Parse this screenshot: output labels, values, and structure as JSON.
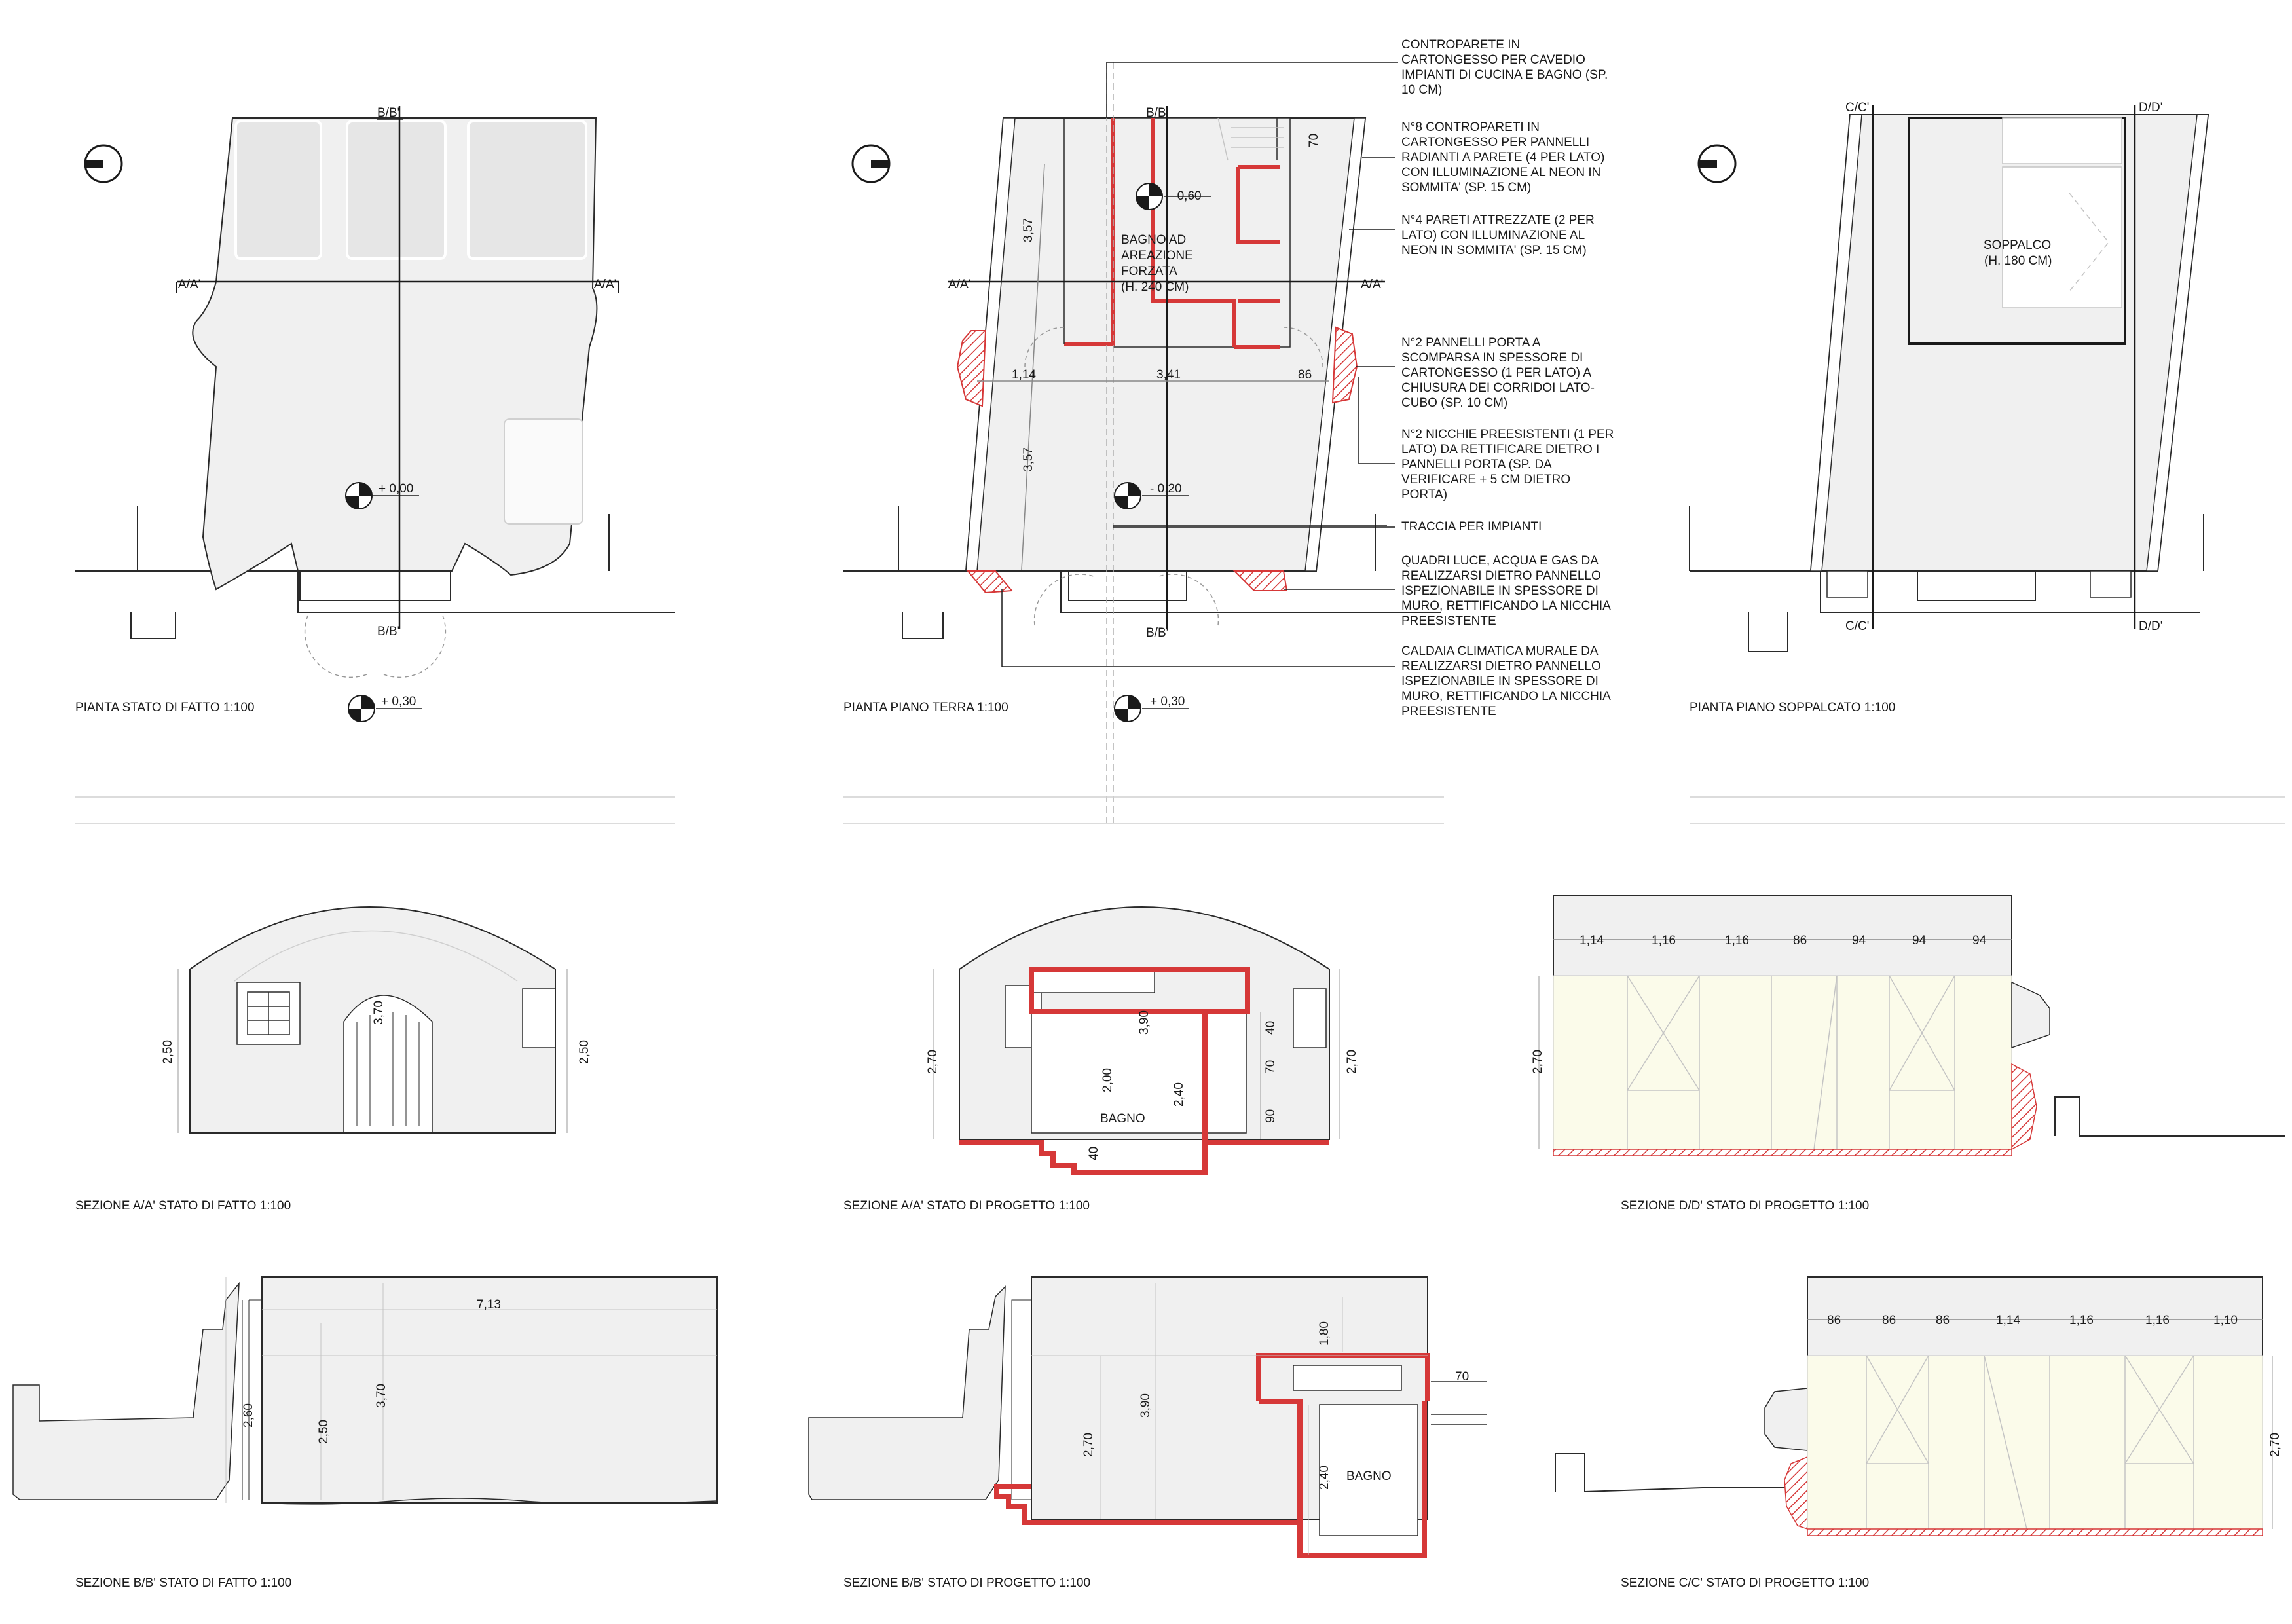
{
  "colors": {
    "wall_fill": "#f0f0f0",
    "line": "#2a2a2a",
    "hatch": "#d63838",
    "pale_panel": "#fbfbea",
    "light_line": "#bdbdbd"
  },
  "icons": {
    "north": "north-arrow-icon",
    "level": "level-marker-icon"
  },
  "plans": {
    "fatto": {
      "caption": "PIANTA STATO DI FATTO 1:100",
      "cut_bb": "B/B'",
      "cut_aa": "A/A'",
      "level_in": "+ 0,00",
      "level_out": "+ 0,30"
    },
    "terra": {
      "caption": "PIANTA PIANO TERRA 1:100",
      "cut_bb": "B/B'",
      "cut_aa": "A/A'",
      "level_bath": "- 0,60",
      "level_in": "- 0,20",
      "level_out": "+ 0,30",
      "room_label": [
        "BAGNO AD",
        "AREAZIONE",
        "FORZATA",
        "(H. 240 CM)"
      ],
      "dims": [
        "3,57",
        "3,57",
        "1,14",
        "3,41",
        "86",
        "70"
      ]
    },
    "soppalcato": {
      "caption": "PIANTA PIANO SOPPALCATO 1:100",
      "cut_cc": "C/C'",
      "cut_dd": "D/D'",
      "room_label": [
        "SOPPALCO",
        "(H. 180 CM)"
      ]
    }
  },
  "notes": [
    {
      "lines": [
        "CONTROPARETE IN",
        "CARTONGESSO PER CAVEDIO",
        "IMPIANTI DI CUCINA E BAGNO (SP.",
        "10 CM)"
      ]
    },
    {
      "lines": [
        "N°8 CONTROPARETI IN",
        "CARTONGESSO PER PANNELLI",
        "RADIANTI A PARETE (4 PER LATO)",
        "CON ILLUMINAZIONE AL NEON IN",
        "SOMMITA' (SP. 15 CM)"
      ]
    },
    {
      "lines": [
        "N°4 PARETI ATTREZZATE (2 PER",
        "LATO) CON ILLUMINAZIONE AL",
        "NEON IN SOMMITA' (SP. 15 CM)"
      ]
    },
    {
      "lines": [
        "N°2 PANNELLI PORTA A",
        "SCOMPARSA IN SPESSORE DI",
        "CARTONGESSO (1 PER LATO) A",
        "CHIUSURA DEI CORRIDOI LATO-",
        "CUBO (SP. 10 CM)"
      ]
    },
    {
      "lines": [
        "N°2 NICCHIE PREESISTENTI (1 PER",
        "LATO) DA RETTIFICARE DIETRO I",
        "PANNELLI PORTA (SP. DA",
        "VERIFICARE + 5 CM DIETRO",
        "PORTA)"
      ]
    },
    {
      "lines": [
        "TRACCIA PER IMPIANTI"
      ]
    },
    {
      "lines": [
        "QUADRI LUCE, ACQUA E GAS DA",
        "REALIZZARSI DIETRO PANNELLO",
        "ISPEZIONABILE IN SPESSORE DI",
        "MURO, RETTIFICANDO LA NICCHIA",
        "PREESISTENTE"
      ]
    },
    {
      "lines": [
        "CALDAIA CLIMATICA MURALE DA",
        "REALIZZARSI DIETRO PANNELLO",
        "ISPEZIONABILE IN SPESSORE DI",
        "MURO, RETTIFICANDO LA NICCHIA",
        "PREESISTENTE"
      ]
    }
  ],
  "sections": {
    "aa_fatto": {
      "caption": "SEZIONE A/A' STATO DI FATTO 1:100",
      "dims": [
        "2,50",
        "3,70",
        "2,50"
      ]
    },
    "aa_progetto": {
      "caption": "SEZIONE A/A' STATO DI PROGETTO 1:100",
      "room": "BAGNO",
      "dims": [
        "2,70",
        "3,90",
        "2,00",
        "2,40",
        "40",
        "70",
        "90",
        "40",
        "2,70"
      ]
    },
    "dd_progetto": {
      "caption": "SEZIONE D/D' STATO DI PROGETTO 1:100",
      "top_dims": [
        "1,14",
        "1,16",
        "1,16",
        "86",
        "94",
        "94",
        "94"
      ],
      "height": "2,70"
    },
    "bb_fatto": {
      "caption": "SEZIONE B/B' STATO DI FATTO 1:100",
      "dims": [
        "7,13",
        "2,60",
        "2,50",
        "3,70"
      ]
    },
    "bb_progetto": {
      "caption": "SEZIONE B/B' STATO DI PROGETTO 1:100",
      "room": "BAGNO",
      "dims": [
        "1,80",
        "70",
        "3,90",
        "2,70",
        "2,40"
      ]
    },
    "cc_progetto": {
      "caption": "SEZIONE C/C' STATO DI PROGETTO 1:100",
      "top_dims": [
        "86",
        "86",
        "86",
        "1,14",
        "1,16",
        "1,16",
        "1,10"
      ],
      "height": "2,70"
    }
  }
}
